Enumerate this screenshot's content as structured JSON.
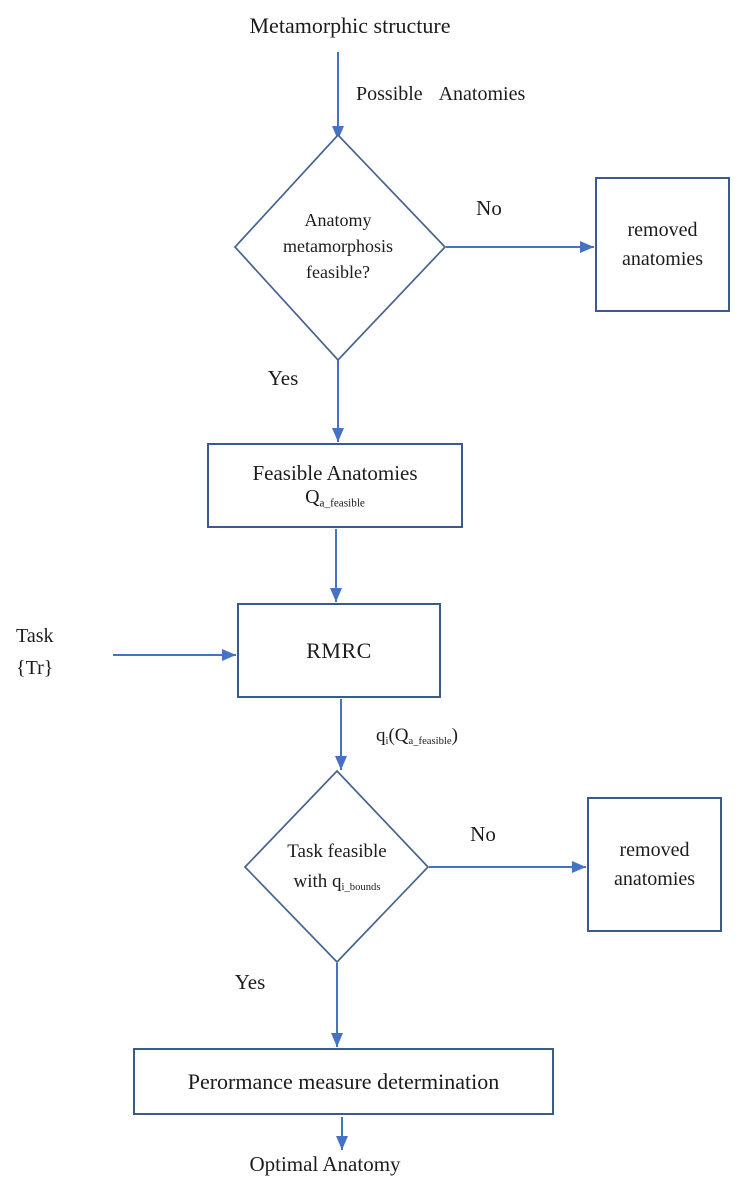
{
  "flowchart": {
    "start_label": "Metamorphic structure",
    "possible_anatomies_label": "Possible Anatomies",
    "decision1": {
      "line1": "Anatomy",
      "line2": "metamorphosis",
      "line3": "feasible?",
      "no_label": "No",
      "yes_label": "Yes"
    },
    "removed_box1": {
      "line1": "removed",
      "line2": "anatomies"
    },
    "feasible_box": {
      "title": "Feasible Anatomies",
      "symbol_base": "Q",
      "symbol_sub": "a_feasible"
    },
    "task_input": {
      "line1": "Task",
      "line2": "{Tr}"
    },
    "rmrc_box": {
      "label": "RMRC"
    },
    "rmrc_output": {
      "base": "q",
      "base_sub": "i",
      "open": "(Q",
      "inner_sub": "a_feasible",
      "close": ")"
    },
    "decision2": {
      "line1": "Task feasible",
      "line2_base": "with q",
      "line2_sub": "i_bounds",
      "no_label": "No",
      "yes_label": "Yes"
    },
    "removed_box2": {
      "line1": "removed",
      "line2": "anatomies"
    },
    "performance_box": {
      "label": "Perormance measure determination"
    },
    "end_label": "Optimal Anatomy",
    "colors": {
      "arrow": "#4472C4",
      "shape_border": "#3A5A8C",
      "diamond_border": "#46648F",
      "text": "#1C1C1C"
    }
  }
}
